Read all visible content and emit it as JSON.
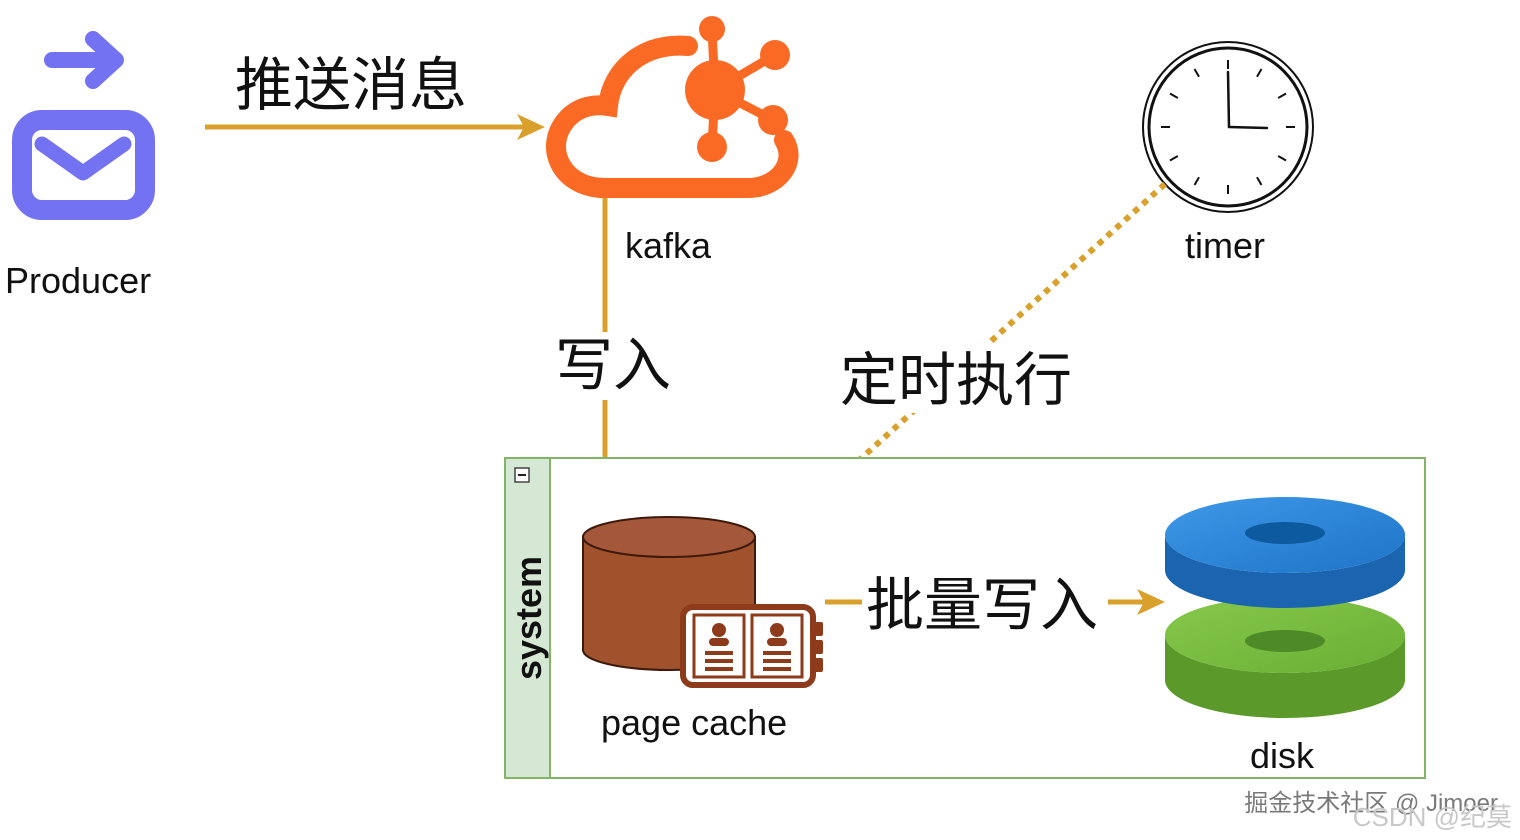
{
  "producer": {
    "label": "Producer",
    "icon": "mail-send-icon",
    "color": "#7272F2"
  },
  "kafka": {
    "label": "kafka",
    "icon": "kafka-cloud-icon",
    "color": "#FA6A24"
  },
  "timer": {
    "label": "timer",
    "icon": "clock-icon"
  },
  "edges": {
    "push": "推送消息",
    "write": "写入",
    "scheduled": "定时执行",
    "batch_write": "批量写入",
    "color": "#D9A02B"
  },
  "system": {
    "label": "system",
    "border_color": "#82B366",
    "fill_color": "#D5E8D4",
    "toggle_icon": "collapse-icon"
  },
  "page_cache": {
    "label": "page cache",
    "icon": "database-book-icon",
    "color": "#A0522D"
  },
  "disk": {
    "label": "disk",
    "icon": "disk-stack-icon",
    "top_color": "#2F86DC",
    "bottom_color": "#78BE3F"
  },
  "watermark": {
    "juejin": "掘金技术社区 @ Jimoer",
    "csdn": "CSDN @纪莫"
  }
}
